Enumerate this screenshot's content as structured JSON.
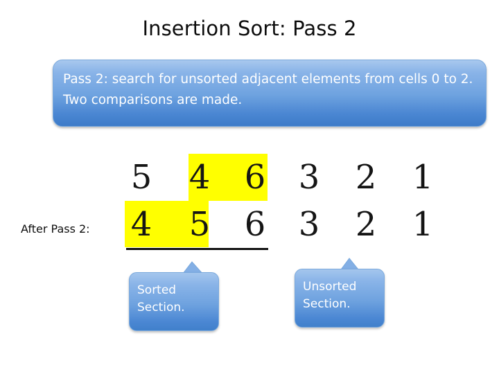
{
  "slide": {
    "title": "Insertion Sort: Pass 2",
    "background_color": "#ffffff"
  },
  "description": {
    "text": "Pass 2: search for unsorted adjacent elements from cells 0 to 2. Two comparisons  are made.",
    "fill_top_color": "#a8c8ee",
    "fill_bottom_color": "#3d7bc8",
    "text_color": "#ffffff"
  },
  "labels": {
    "after_pass": "After Pass 2:"
  },
  "array_diagram": {
    "highlight_color": "#ffff00",
    "digit_color": "#151515",
    "rows": [
      {
        "name": "before-row",
        "cells": [
          "5",
          "4",
          "6",
          "3",
          "2",
          "1"
        ],
        "highlighted_indices": [
          1,
          2
        ]
      },
      {
        "name": "after-row",
        "cells": [
          "4",
          "5",
          "6",
          "3",
          "2",
          "1"
        ],
        "highlighted_indices": [
          0,
          1
        ]
      }
    ]
  },
  "callouts": [
    {
      "id": "sorted",
      "line1": "Sorted",
      "line2": "Section.",
      "fill_top_color": "#a4c6ed",
      "fill_bottom_color": "#4080cb",
      "text_color": "#ffffff"
    },
    {
      "id": "unsorted",
      "line1": "Unsorted",
      "line2": "Section.",
      "fill_top_color": "#a4c6ed",
      "fill_bottom_color": "#4080cb",
      "text_color": "#ffffff"
    }
  ]
}
